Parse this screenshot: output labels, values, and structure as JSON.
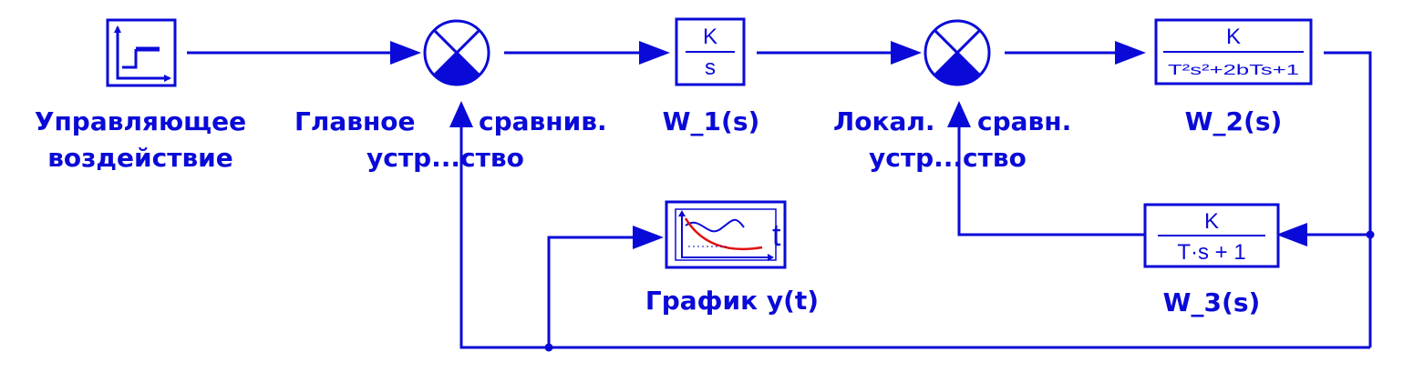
{
  "colors": {
    "line": "#0a0ad8",
    "plot_curve": "#e01010",
    "background": "#ffffff"
  },
  "labels": {
    "step_source": [
      "Управляющее",
      "воздействие"
    ],
    "main_comparator": [
      "Главное",
      "сравнив.",
      "устр...ство"
    ],
    "w1": "W_1(s)",
    "local_comparator": [
      "Локал.",
      "сравн.",
      "устр...ство"
    ],
    "w2": "W_2(s)",
    "w3": "W_3(s)",
    "plot": "График y(t)"
  },
  "blocks": {
    "w1": {
      "numerator": "K",
      "denominator": "s"
    },
    "w2": {
      "numerator": "K",
      "denominator": "T²s²+2bTs+1"
    },
    "w3": {
      "numerator": "K",
      "denominator": "T·s + 1"
    },
    "plot": {
      "axis_symbol": "t",
      "icon": "graph-plot-icon"
    },
    "step_source": {
      "icon": "step-function-icon"
    }
  }
}
